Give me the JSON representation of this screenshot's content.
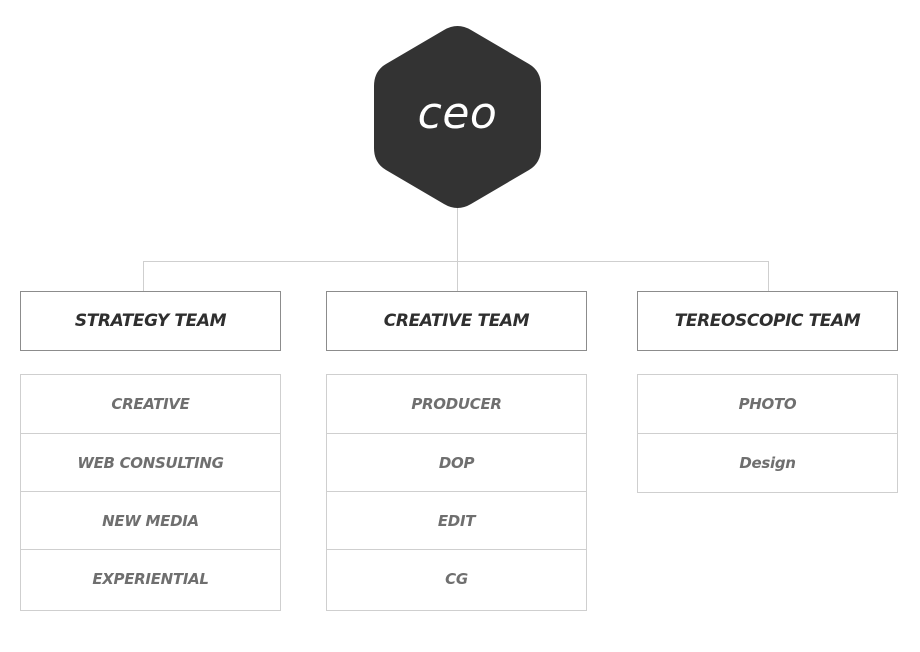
{
  "ceo": {
    "label": "ceo"
  },
  "teams": [
    {
      "title": "STRATEGY TEAM",
      "items": [
        "CREATIVE",
        "WEB CONSULTING",
        "NEW MEDIA",
        "EXPERIENTIAL"
      ]
    },
    {
      "title": "CREATIVE TEAM",
      "items": [
        "PRODUCER",
        "DOP",
        "EDIT",
        "CG"
      ]
    },
    {
      "title": "TEREOSCOPIC TEAM",
      "items": [
        "PHOTO",
        "Design"
      ]
    }
  ],
  "colors": {
    "hexagon_fill": "#333333",
    "connector_line": "#cfcfcf",
    "team_border": "#8c8c8c",
    "team_text": "#2f2f2f",
    "sub_text": "#6f6f6f"
  }
}
